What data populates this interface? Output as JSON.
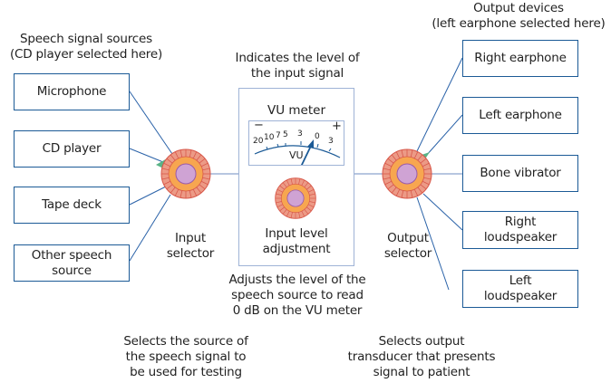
{
  "colors": {
    "box_border": "#1b5a96",
    "wire": "#2a62a8",
    "panel_border": "#9fb3d6",
    "knob_ring": "#ec9a86",
    "knob_ring_stroke": "#d8584a",
    "knob_body": "#f7a650",
    "knob_center": "#cfa3d4",
    "knob_center_stroke": "#9a5aa8",
    "selection_marker": "#5ab386",
    "needle": "#1b5a96"
  },
  "input": {
    "heading": "Speech signal sources\n(CD player selected here)",
    "sources": [
      {
        "label": "Microphone"
      },
      {
        "label": "CD player"
      },
      {
        "label": "Tape deck"
      },
      {
        "label": "Other speech\nsource"
      }
    ],
    "selected": "CD player",
    "selector_label": "Input\nselector",
    "selector_description": "Selects the source of\nthe speech signal to\nbe used for testing"
  },
  "center": {
    "top_caption": "Indicates the level of\nthe input signal",
    "vu_title": "VU meter",
    "vu_scale": {
      "minus_sign": "−",
      "plus_sign": "+",
      "ticks": [
        "20",
        "10",
        "7",
        "5",
        "3",
        "0",
        "3"
      ],
      "unit": "VU"
    },
    "knob_label": "Input level\nadjustment",
    "bottom_caption": "Adjusts the level of the\nspeech source to read\n0 dB on the VU meter"
  },
  "output": {
    "heading": "Output devices\n(left earphone selected here)",
    "devices": [
      {
        "label": "Right earphone"
      },
      {
        "label": "Left earphone"
      },
      {
        "label": "Bone vibrator"
      },
      {
        "label": "Right\nloudspeaker"
      },
      {
        "label": "Left\nloudspeaker"
      }
    ],
    "selected": "Left earphone",
    "selector_label": "Output\nselector",
    "selector_description": "Selects output\ntransducer that presents\nsignal to patient"
  }
}
